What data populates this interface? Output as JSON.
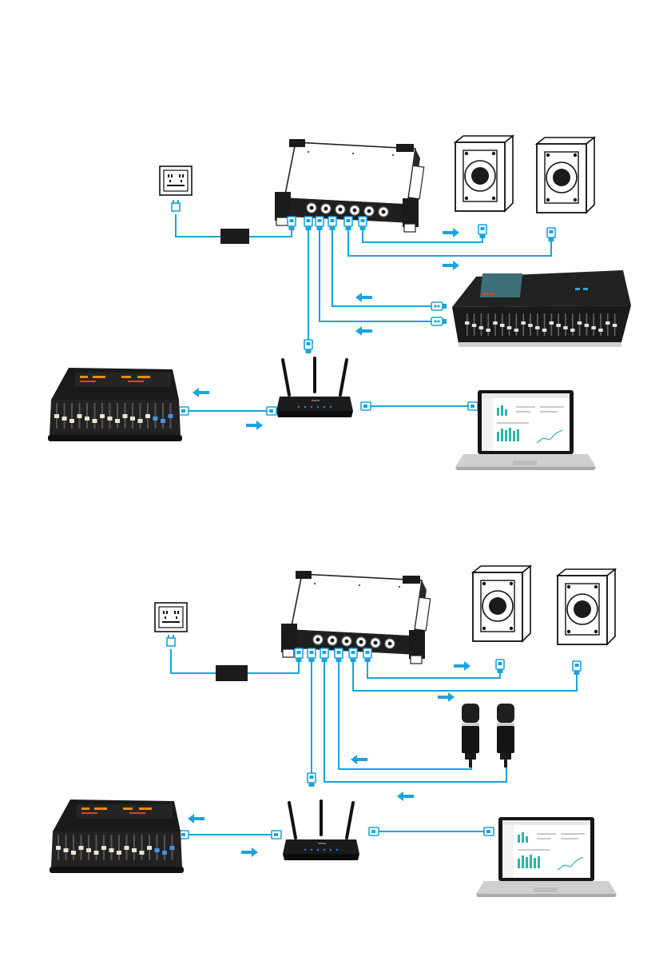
{
  "diagrams": [
    {
      "id": "top",
      "devices": [
        "wall-socket",
        "power-adapter",
        "audio-interface",
        "speaker-left",
        "speaker-right",
        "digital-mixing-console",
        "network-router",
        "broadcast-console",
        "laptop"
      ],
      "connections": [
        {
          "from": "wall-socket",
          "to": "power-adapter",
          "type": "power"
        },
        {
          "from": "power-adapter",
          "to": "audio-interface",
          "type": "power"
        },
        {
          "from": "audio-interface",
          "to": "speaker-left",
          "type": "xlr-out",
          "direction": "right"
        },
        {
          "from": "audio-interface",
          "to": "speaker-right",
          "type": "xlr-out",
          "direction": "right"
        },
        {
          "from": "digital-mixing-console",
          "to": "audio-interface",
          "type": "xlr-in",
          "direction": "left"
        },
        {
          "from": "digital-mixing-console",
          "to": "audio-interface",
          "type": "xlr-in",
          "direction": "left"
        },
        {
          "from": "audio-interface",
          "to": "network-router",
          "type": "ethernet"
        },
        {
          "from": "network-router",
          "to": "broadcast-console",
          "type": "ethernet",
          "direction": "both"
        },
        {
          "from": "network-router",
          "to": "laptop",
          "type": "ethernet"
        }
      ]
    },
    {
      "id": "bottom",
      "devices": [
        "wall-socket",
        "power-adapter",
        "audio-interface",
        "speaker-left",
        "speaker-right",
        "microphone-left",
        "microphone-right",
        "network-router",
        "broadcast-console",
        "laptop"
      ],
      "connections": [
        {
          "from": "wall-socket",
          "to": "power-adapter",
          "type": "power"
        },
        {
          "from": "power-adapter",
          "to": "audio-interface",
          "type": "power"
        },
        {
          "from": "audio-interface",
          "to": "speaker-left",
          "type": "xlr-out",
          "direction": "right"
        },
        {
          "from": "audio-interface",
          "to": "speaker-right",
          "type": "xlr-out",
          "direction": "right"
        },
        {
          "from": "microphone-left",
          "to": "audio-interface",
          "type": "xlr-in",
          "direction": "left"
        },
        {
          "from": "microphone-right",
          "to": "audio-interface",
          "type": "xlr-in",
          "direction": "left"
        },
        {
          "from": "audio-interface",
          "to": "network-router",
          "type": "ethernet"
        },
        {
          "from": "network-router",
          "to": "broadcast-console",
          "type": "ethernet",
          "direction": "both"
        },
        {
          "from": "network-router",
          "to": "laptop",
          "type": "ethernet"
        }
      ]
    }
  ],
  "colors": {
    "cable": "#1aa3de",
    "device_dark": "#1b1b1b",
    "outline": "#222222",
    "panel_light": "#f4f4f4",
    "fader_cap": "#e9e3cf",
    "chart_teal": "#2bb5a8"
  },
  "icons": {
    "power": "plug-icon",
    "ethernet": "rj45-connector-icon",
    "xlr": "xlr-connector-icon",
    "arrow": "flow-arrow-icon"
  }
}
